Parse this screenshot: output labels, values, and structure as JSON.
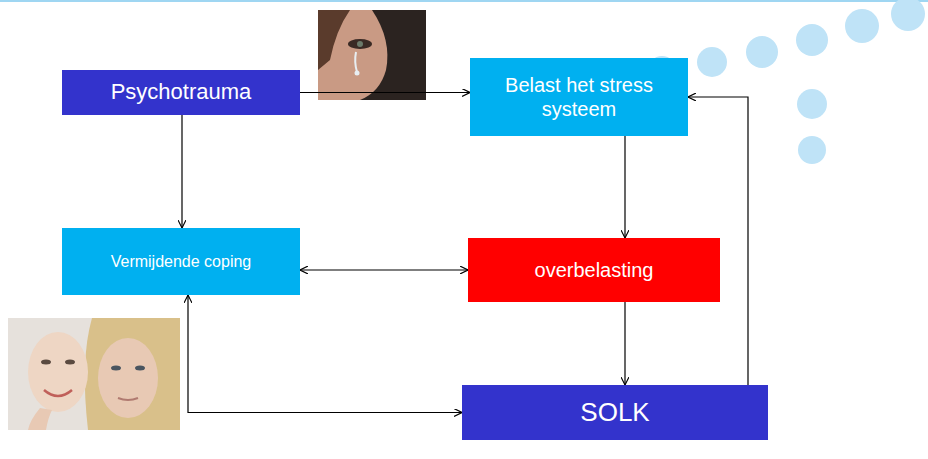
{
  "diagram": {
    "nodes": [
      {
        "text": [
          "Psychotrauma"
        ]
      },
      {
        "text": [
          "Belast het stress systeem"
        ]
      },
      {
        "text": [
          "Vermijdende coping"
        ]
      },
      {
        "text": [
          "overbelasting"
        ]
      },
      {
        "text": [
          "SOLK"
        ]
      }
    ],
    "edges": [
      {
        "from": 0,
        "to": 1,
        "arrow": "to"
      },
      {
        "from": 0,
        "to": 2,
        "arrow": "to"
      },
      {
        "from": 2,
        "to": 3,
        "arrow": "both"
      },
      {
        "from": 1,
        "to": 3,
        "arrow": "to"
      },
      {
        "from": 3,
        "to": 4,
        "arrow": "to"
      },
      {
        "from": 4,
        "to": 1,
        "arrow": "to"
      },
      {
        "from": 2,
        "to": 4,
        "arrow": "both"
      }
    ]
  }
}
